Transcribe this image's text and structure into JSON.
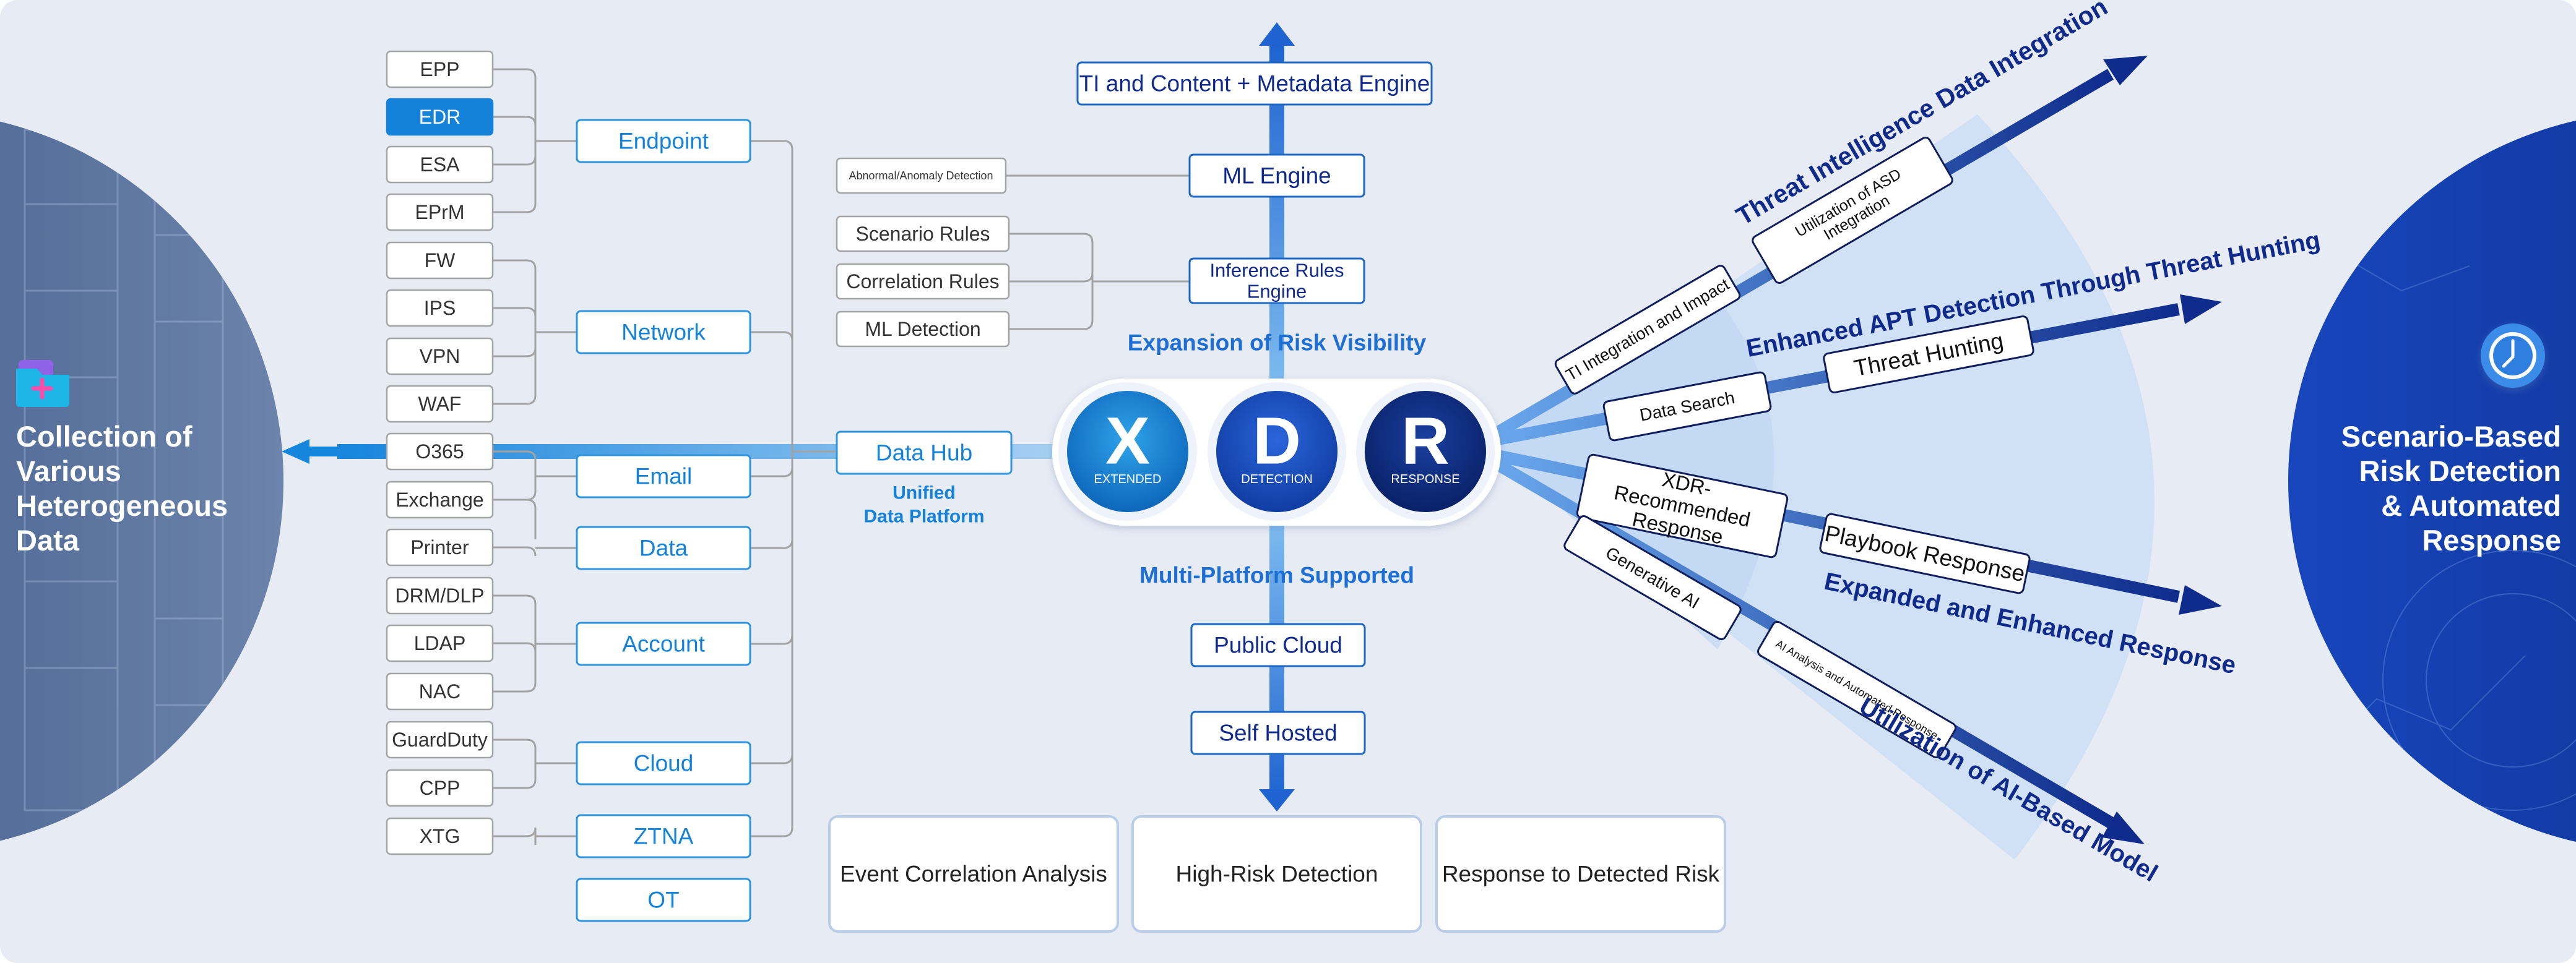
{
  "colors": {
    "background": "#e7ebf3",
    "navy": "#0f2a8a",
    "blue": "#1d6fd6",
    "sky": "#2e95dd",
    "box_border": "#1d68c4",
    "gray_border": "#a3a3a3",
    "highlight": "#1482d9",
    "fan": "#cfe0f6"
  },
  "left": {
    "title_lines": [
      "Collection of",
      "Various",
      "Heterogeneous",
      "Data"
    ],
    "icon": "folder-plus-icon"
  },
  "right": {
    "title_lines": [
      "Scenario-Based",
      "Risk Detection",
      "& Automated",
      "Response"
    ],
    "icon": "clock-icon"
  },
  "sources": [
    {
      "label": "EPP",
      "highlighted": false
    },
    {
      "label": "EDR",
      "highlighted": true
    },
    {
      "label": "ESA",
      "highlighted": false
    },
    {
      "label": "EPrM",
      "highlighted": false
    },
    {
      "label": "FW",
      "highlighted": false
    },
    {
      "label": "IPS",
      "highlighted": false
    },
    {
      "label": "VPN",
      "highlighted": false
    },
    {
      "label": "WAF",
      "highlighted": false
    },
    {
      "label": "O365",
      "highlighted": false
    },
    {
      "label": "Exchange",
      "highlighted": false
    },
    {
      "label": "Printer",
      "highlighted": false
    },
    {
      "label": "DRM/DLP",
      "highlighted": false
    },
    {
      "label": "LDAP",
      "highlighted": false
    },
    {
      "label": "NAC",
      "highlighted": false
    },
    {
      "label": "GuardDuty",
      "highlighted": false
    },
    {
      "label": "CPP",
      "highlighted": false
    },
    {
      "label": "XTG",
      "highlighted": false
    }
  ],
  "categories": [
    "Endpoint",
    "Network",
    "Email",
    "Data",
    "Account",
    "Cloud",
    "ZTNA",
    "OT"
  ],
  "hub": {
    "label": "Data Hub",
    "caption_lines": [
      "Unified",
      "Data Platform"
    ]
  },
  "engines": {
    "ti": "TI and Content + Metadata Engine",
    "ml": "ML Engine",
    "inference_lines": [
      "Inference Rules",
      "Engine"
    ],
    "anomaly": "Abnormal/Anomaly Detection",
    "rules": [
      "Scenario Rules",
      "Correlation Rules",
      "ML Detection"
    ]
  },
  "captions": {
    "visibility": "Expansion of Risk Visibility",
    "platforms": "Multi-Platform Supported"
  },
  "deployment": [
    "Public Cloud",
    "Self Hosted"
  ],
  "xdr": [
    {
      "letter": "X",
      "label": "EXTENDED"
    },
    {
      "letter": "D",
      "label": "DETECTION"
    },
    {
      "letter": "R",
      "label": "RESPONSE"
    }
  ],
  "functions": [
    "Event Correlation Analysis",
    "High-Risk Detection",
    "Response to Detected Risk"
  ],
  "branches": {
    "threat_intel": {
      "title": "Threat Intelligence Data Integration",
      "inner": "TI Integration and Impact",
      "outer_lines": [
        "Utilization of ASD",
        "Integration"
      ]
    },
    "apt": {
      "title": "Enhanced APT Detection Through Threat Hunting",
      "inner": "Data Search",
      "outer": "Threat Hunting"
    },
    "response": {
      "title": "Expanded and Enhanced Response",
      "inner_lines": [
        "XDR-",
        "Recommended",
        "Response"
      ],
      "outer": "Playbook Response"
    },
    "ai": {
      "title": "Utilization of AI-Based Model",
      "inner": "Generative AI",
      "outer": "AI Analysis and Automated Response"
    }
  }
}
